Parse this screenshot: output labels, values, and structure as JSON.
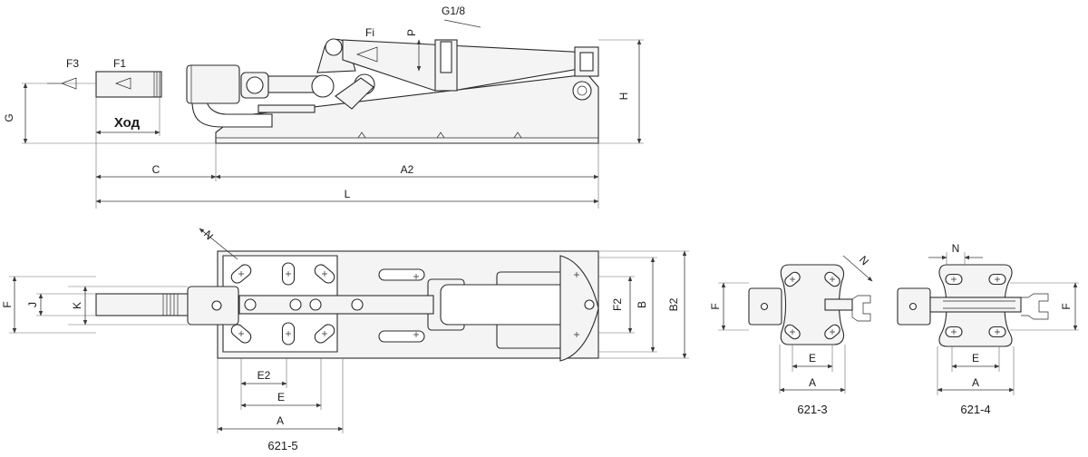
{
  "dimensions": {
    "side": {
      "G": "G",
      "H": "H",
      "C": "C",
      "A2": "A2",
      "L": "L",
      "P": "P",
      "G18": "G1/8"
    },
    "top": {
      "F": "F",
      "J": "J",
      "K": "K",
      "N": "N",
      "F2": "F2",
      "B": "B",
      "B2": "B2",
      "E2": "E2",
      "E": "E",
      "A": "A"
    },
    "v3": {
      "F": "F",
      "N": "N",
      "E": "E",
      "A": "A"
    },
    "v4": {
      "F": "F",
      "N": "N",
      "E": "E",
      "A": "A"
    }
  },
  "forces": {
    "F3": "F3",
    "F1": "F1",
    "Fi": "Fi"
  },
  "stroke_label": "Ход",
  "captions": {
    "main": "621-5",
    "v3": "621-3",
    "v4": "621-4"
  },
  "colors": {
    "line": "#2b2b2b",
    "fill": "#f4f4f4"
  }
}
